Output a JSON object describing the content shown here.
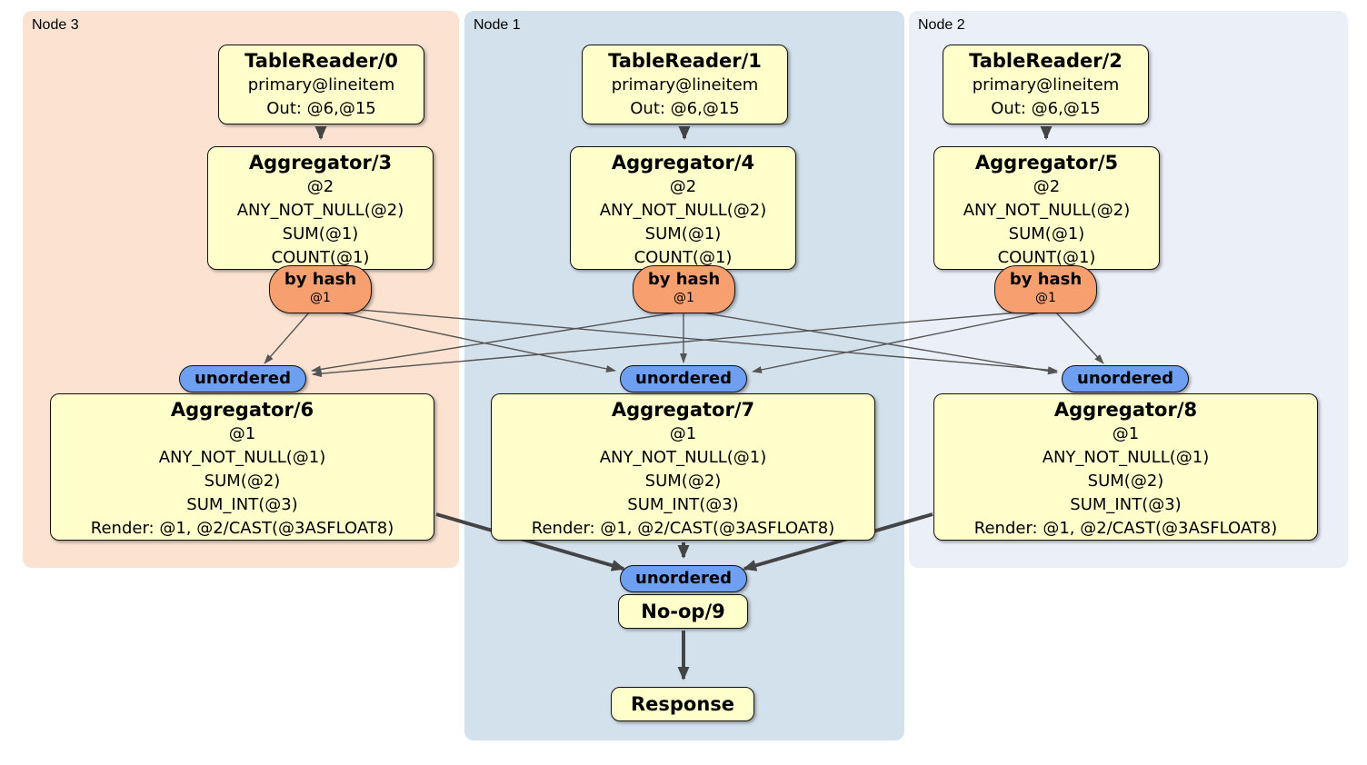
{
  "groups": [
    {
      "label": "Node 3",
      "bg": "#fce3d1"
    },
    {
      "label": "Node 1",
      "bg": "#d3e1ec"
    },
    {
      "label": "Node 2",
      "bg": "#ebeff8"
    }
  ],
  "readers": [
    {
      "title": "TableReader/0",
      "index": "primary@lineitem",
      "out": "Out: @6,@15"
    },
    {
      "title": "TableReader/1",
      "index": "primary@lineitem",
      "out": "Out: @6,@15"
    },
    {
      "title": "TableReader/2",
      "index": "primary@lineitem",
      "out": "Out: @6,@15"
    }
  ],
  "top_aggregators": [
    {
      "title": "Aggregator/3",
      "group_by": "@2",
      "aggs": [
        "ANY_NOT_NULL(@2)",
        "SUM(@1)",
        "COUNT(@1)"
      ]
    },
    {
      "title": "Aggregator/4",
      "group_by": "@2",
      "aggs": [
        "ANY_NOT_NULL(@2)",
        "SUM(@1)",
        "COUNT(@1)"
      ]
    },
    {
      "title": "Aggregator/5",
      "group_by": "@2",
      "aggs": [
        "ANY_NOT_NULL(@2)",
        "SUM(@1)",
        "COUNT(@1)"
      ]
    }
  ],
  "routers": [
    {
      "label": "by hash",
      "columns": "@1"
    },
    {
      "label": "by hash",
      "columns": "@1"
    },
    {
      "label": "by hash",
      "columns": "@1"
    }
  ],
  "stream_merges": [
    {
      "label": "unordered"
    },
    {
      "label": "unordered"
    },
    {
      "label": "unordered"
    }
  ],
  "bottom_aggregators": [
    {
      "title": "Aggregator/6",
      "group_by": "@1",
      "aggs": [
        "ANY_NOT_NULL(@1)",
        "SUM(@2)",
        "SUM_INT(@3)"
      ],
      "render": "Render: @1, @2/CAST(@3ASFLOAT8)"
    },
    {
      "title": "Aggregator/7",
      "group_by": "@1",
      "aggs": [
        "ANY_NOT_NULL(@1)",
        "SUM(@2)",
        "SUM_INT(@3)"
      ],
      "render": "Render: @1, @2/CAST(@3ASFLOAT8)"
    },
    {
      "title": "Aggregator/8",
      "group_by": "@1",
      "aggs": [
        "ANY_NOT_NULL(@1)",
        "SUM(@2)",
        "SUM_INT(@3)"
      ],
      "render": "Render: @1, @2/CAST(@3ASFLOAT8)"
    }
  ],
  "final_merge": {
    "label": "unordered"
  },
  "noop": {
    "title": "No-op/9"
  },
  "response": {
    "title": "Response"
  },
  "colors": {
    "node3_bg": "#fce3d1",
    "node1_bg": "#d3e1ec",
    "node2_bg": "#ebeff8",
    "processor_fill": "#ffffcc",
    "router_fill": "#f89f70",
    "merge_fill": "#6f9ff0",
    "edge": "#555555",
    "thick_edge": "#444444"
  }
}
